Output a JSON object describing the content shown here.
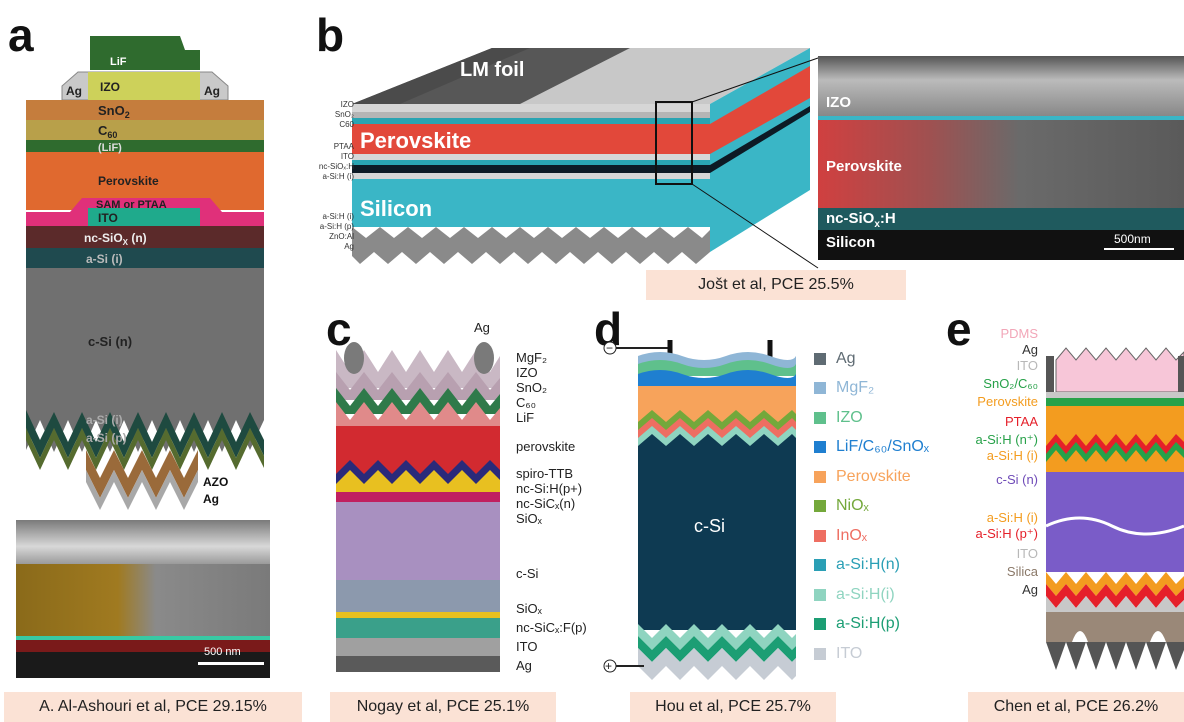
{
  "panels": {
    "a": {
      "letter": "a",
      "layers": {
        "lif_top": "LiF",
        "ag_left": "Ag",
        "izo": "IZO",
        "ag_right": "Ag",
        "sno2": "SnO",
        "sno2_sub": "2",
        "c60": "C",
        "c60_sub": "60",
        "lif": "(LiF)",
        "perovskite": "Perovskite",
        "sam": "SAM or PTAA",
        "ito": "ITO",
        "ncsiox": "nc-SiO",
        "ncsiox_sub": "X",
        "ncsiox_tail": " (n)",
        "asi_i": "a-Si (i)",
        "csi": "c-Si (n)",
        "asi_i2": "a-Si (i)",
        "asi_p": "a-Si (p)",
        "azo": "AZO",
        "ag_bottom": "Ag"
      },
      "sem_scale": "500 nm",
      "caption": "A. Al-Ashouri et al, PCE 29.15%"
    },
    "b": {
      "letter": "b",
      "foil": "LM foil",
      "perovskite": "Perovskite",
      "silicon": "Silicon",
      "left_labels": [
        "IZO",
        "SnO₂",
        "C60",
        "PTAA",
        "ITO",
        "nc-SiOₓ:H",
        "a-Si:H (i)",
        "a-Si:H (i)",
        "a-Si:H (p)",
        "ZnO:Al",
        "Ag"
      ],
      "sem": {
        "izo": "IZO",
        "perovskite": "Perovskite",
        "ncsiox": "nc-SiO",
        "ncsiox_sub": "x",
        "ncsiox_tail": ":H",
        "silicon": "Silicon",
        "scale": "500nm"
      },
      "caption": "Jošt et al, PCE 25.5%"
    },
    "c": {
      "letter": "c",
      "ag": "Ag",
      "labels": [
        "MgF₂",
        "IZO",
        "SnO₂",
        "C₆₀",
        "LiF",
        "perovskite",
        "spiro-TTB",
        "nc-Si:H(p+)",
        "nc-SiCₓ(n)",
        "SiOₓ",
        "c-Si",
        "SiOₓ",
        "nc-SiCₓ:F(p)",
        "ITO",
        "Ag"
      ],
      "caption": "Nogay et al, PCE 25.1%"
    },
    "d": {
      "letter": "d",
      "csi": "c-Si",
      "minus": "−",
      "plus": "+",
      "legend": [
        {
          "label": "Ag",
          "color": "#5f6b73"
        },
        {
          "label": "MgF₂",
          "color": "#8fb6d6"
        },
        {
          "label": "IZO",
          "color": "#5fc08c"
        },
        {
          "label": "LiF/C₆₀/SnOₓ",
          "color": "#1f7fd0"
        },
        {
          "label": "Perovskite",
          "color": "#f7a35b"
        },
        {
          "label": "NiOₓ",
          "color": "#74a83b"
        },
        {
          "label": "InOₓ",
          "color": "#ee6e62"
        },
        {
          "label": "a-Si:H(n)",
          "color": "#2a9fb5"
        },
        {
          "label": "a-Si:H(i)",
          "color": "#8fd4c0"
        },
        {
          "label": "a-Si:H(p)",
          "color": "#1c9e74"
        },
        {
          "label": "ITO",
          "color": "#c6ccd4"
        }
      ],
      "caption": "Hou et al, PCE 25.7%"
    },
    "e": {
      "letter": "e",
      "labels": [
        {
          "text": "PDMS",
          "color": "#f2a6b8"
        },
        {
          "text": "Ag",
          "color": "#333333"
        },
        {
          "text": "ITO",
          "color": "#b8b8b8"
        },
        {
          "text": "SnO₂/C₆₀",
          "color": "#27a149"
        },
        {
          "text": "Perovskite",
          "color": "#f39c1f"
        },
        {
          "text": "PTAA",
          "color": "#e5202a"
        },
        {
          "text": "a-Si:H (n⁺)",
          "color": "#27a149"
        },
        {
          "text": "a-Si:H (i)",
          "color": "#f39c1f"
        },
        {
          "text": "c-Si (n)",
          "color": "#6f4bb8"
        },
        {
          "text": "a-Si:H (i)",
          "color": "#f39c1f"
        },
        {
          "text": "a-Si:H (p⁺)",
          "color": "#e5202a"
        },
        {
          "text": "ITO",
          "color": "#b8b8b8"
        },
        {
          "text": "Silica",
          "color": "#8a7868"
        },
        {
          "text": "Ag",
          "color": "#333333"
        }
      ],
      "caption": "Chen et al, PCE 26.2%"
    }
  }
}
